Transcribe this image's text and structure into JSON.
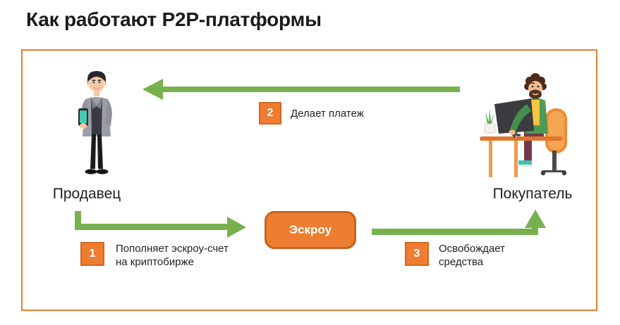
{
  "title": "Как работают P2P-платформы",
  "diagram": {
    "seller_label": "Продавец",
    "buyer_label": "Покупатель",
    "escrow_label": "Эскроу",
    "steps": [
      {
        "num": "1",
        "text": "Пополняет эскроу-счет\nна криптобирже"
      },
      {
        "num": "2",
        "text": "Делает платеж"
      },
      {
        "num": "3",
        "text": "Освобождает\nсредства"
      }
    ],
    "illustrations": {
      "seller": "man-standing-holding-phone",
      "buyer": "man-sitting-at-desk-with-computer"
    }
  },
  "colors": {
    "accent_orange": "#ED7D31",
    "accent_orange_dark": "#C9611C",
    "arrow_green": "#78B04E",
    "text": "#1F1F1F"
  }
}
